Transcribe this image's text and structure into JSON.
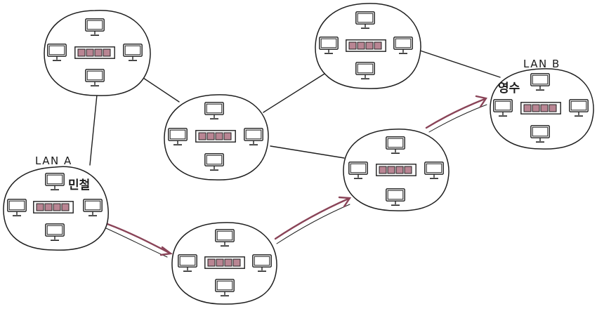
{
  "diagram": {
    "lan_a": {
      "label": "LAN A",
      "user": "민철"
    },
    "lan_b": {
      "label": "LAN B",
      "user": "영수"
    },
    "colors": {
      "line": "#1f1f1f",
      "route": "#8a4458",
      "port_fill": "#b98593",
      "background": "#ffffff"
    },
    "icons": {
      "computer": "monitor-icon",
      "switch": "network-switch-icon"
    }
  }
}
